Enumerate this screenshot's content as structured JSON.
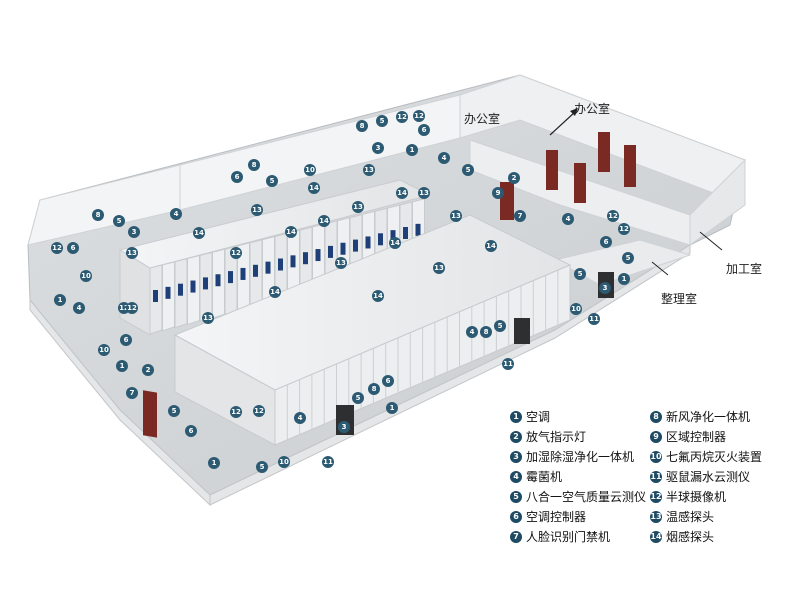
{
  "rooms": {
    "office_top": "办公室",
    "office_arrow": "办公室",
    "workshop": "加工室",
    "sorting": "整理室"
  },
  "legend": [
    {
      "num": "1",
      "label": "空调"
    },
    {
      "num": "2",
      "label": "放气指示灯"
    },
    {
      "num": "3",
      "label": "加湿除湿净化一体机"
    },
    {
      "num": "4",
      "label": "霉菌机"
    },
    {
      "num": "5",
      "label": "八合一空气质量云测仪"
    },
    {
      "num": "6",
      "label": "空调控制器"
    },
    {
      "num": "7",
      "label": "人脸识别门禁机"
    },
    {
      "num": "8",
      "label": "新风净化一体机"
    },
    {
      "num": "9",
      "label": "区域控制器"
    },
    {
      "num": "10",
      "label": "七氟丙烷灭火装置"
    },
    {
      "num": "11",
      "label": "驱鼠漏水云测仪"
    },
    {
      "num": "12",
      "label": "半球摄像机"
    },
    {
      "num": "13",
      "label": "温感探头"
    },
    {
      "num": "14",
      "label": "烟感探头"
    }
  ],
  "markers": [
    {
      "n": "8"
    },
    {
      "n": "5"
    },
    {
      "n": "12"
    },
    {
      "n": "12"
    },
    {
      "n": "3"
    },
    {
      "n": "6"
    },
    {
      "n": "1"
    },
    {
      "n": "4"
    },
    {
      "n": "5"
    },
    {
      "n": "6"
    },
    {
      "n": "8"
    },
    {
      "n": "5"
    },
    {
      "n": "10"
    },
    {
      "n": "13"
    },
    {
      "n": "14"
    },
    {
      "n": "4"
    },
    {
      "n": "14"
    },
    {
      "n": "13"
    },
    {
      "n": "13"
    },
    {
      "n": "14"
    },
    {
      "n": "13"
    },
    {
      "n": "14"
    },
    {
      "n": "12"
    },
    {
      "n": "13"
    },
    {
      "n": "14"
    },
    {
      "n": "13"
    },
    {
      "n": "8"
    },
    {
      "n": "5"
    },
    {
      "n": "3"
    },
    {
      "n": "12"
    },
    {
      "n": "6"
    },
    {
      "n": "10"
    },
    {
      "n": "4"
    },
    {
      "n": "1"
    },
    {
      "n": "12"
    },
    {
      "n": "13"
    },
    {
      "n": "14"
    },
    {
      "n": "14"
    },
    {
      "n": "13"
    },
    {
      "n": "14"
    },
    {
      "n": "13"
    },
    {
      "n": "14"
    },
    {
      "n": "2"
    },
    {
      "n": "9"
    },
    {
      "n": "7"
    },
    {
      "n": "4"
    },
    {
      "n": "12"
    },
    {
      "n": "12"
    },
    {
      "n": "6"
    },
    {
      "n": "5"
    },
    {
      "n": "1"
    },
    {
      "n": "3"
    },
    {
      "n": "10"
    },
    {
      "n": "11"
    },
    {
      "n": "5"
    },
    {
      "n": "4"
    },
    {
      "n": "8"
    },
    {
      "n": "5"
    },
    {
      "n": "12"
    },
    {
      "n": "3"
    },
    {
      "n": "11"
    },
    {
      "n": "10"
    },
    {
      "n": "6"
    },
    {
      "n": "1"
    },
    {
      "n": "2"
    },
    {
      "n": "7"
    },
    {
      "n": "5"
    },
    {
      "n": "6"
    },
    {
      "n": "12"
    },
    {
      "n": "12"
    },
    {
      "n": "4"
    },
    {
      "n": "8"
    },
    {
      "n": "5"
    },
    {
      "n": "1"
    },
    {
      "n": "6"
    },
    {
      "n": "3"
    },
    {
      "n": "11"
    },
    {
      "n": "10"
    },
    {
      "n": "1"
    },
    {
      "n": "5"
    }
  ],
  "colors": {
    "marker": "#2c5a72",
    "legend_marker": "#1e4a63",
    "cabinet": "#eceef0",
    "floor": "#d4d7da",
    "wall": "#f1f2f3",
    "door": "#7a2a22",
    "screen": "#1f3f78"
  }
}
